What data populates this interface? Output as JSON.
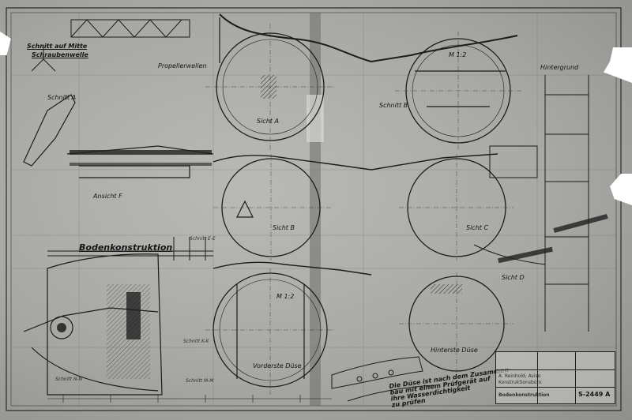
{
  "sheet": {
    "title": "Bodenkonstruktion",
    "drawing_number": "S-2449 A"
  },
  "labels": {
    "schnitt_mitte": "Schnitt auf Mitte",
    "schraubenwelle": "Schraubenwelle",
    "schnitt_a": "Schnitt A",
    "ansicht_f": "Ansicht F",
    "propellerwellen": "Propellerwellen",
    "schnitt_b": "Schnitt B",
    "hintergrund_rechts": "Hintergrund",
    "sicht_a": "Sicht A",
    "sicht_b": "Sicht B",
    "sicht_c": "Sicht C",
    "sicht_d": "Sicht D",
    "vorderste_duse": "Vorderste Düse",
    "hinterste_duse": "Hinterste Düse",
    "m12_a": "M 1:2",
    "m12_b": "M 1:2",
    "schnitt_n": "Schnitt N-N",
    "schnitt_m": "Schnitt M-M",
    "schnitt_e": "Schnitt E-E",
    "schnitt_kk": "Schnitt K-K"
  },
  "notes": {
    "note_line1": "Die Düse ist nach dem Zusammen-",
    "note_line2": "bau mit einem Prüfgerät auf",
    "note_line3": "ihre Wasserdichtigkeit",
    "note_line4": "zu prüfen"
  },
  "title_block": {
    "company": "A. Reinhold, Aviso",
    "dept": "Konstruktionsbüro",
    "subject": "Bodenkonstruktion",
    "sheet_no": "S-2449 A"
  }
}
